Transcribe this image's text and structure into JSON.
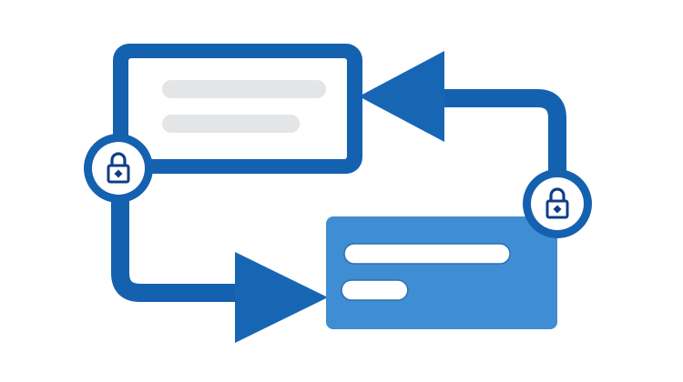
{
  "colors": {
    "background": "#ffffff",
    "flow_stroke": "#1461b0",
    "arrow_fill": "#1766b4",
    "source_panel_fill": "#ffffff",
    "source_panel_border": "#1461b0",
    "placeholder_line": "#e4e5e6",
    "target_panel_fill": "#3f8ed3",
    "target_line": "#ffffff",
    "lock_badge_ring": "#1461b0",
    "lock_badge_fill": "#ffffff",
    "lock_icon": "#0e3f86"
  },
  "icons": {
    "left_badge": "padlock-icon",
    "right_badge": "padlock-icon",
    "top_arrow": "arrow-left-icon",
    "bottom_arrow": "arrow-right-icon"
  },
  "source_panel": {
    "text_line_count": 2,
    "line_fill_fraction": [
      1.0,
      0.84
    ]
  },
  "target_panel": {
    "text_line_count": 2,
    "line_fill_fraction": [
      1.0,
      0.4
    ]
  }
}
